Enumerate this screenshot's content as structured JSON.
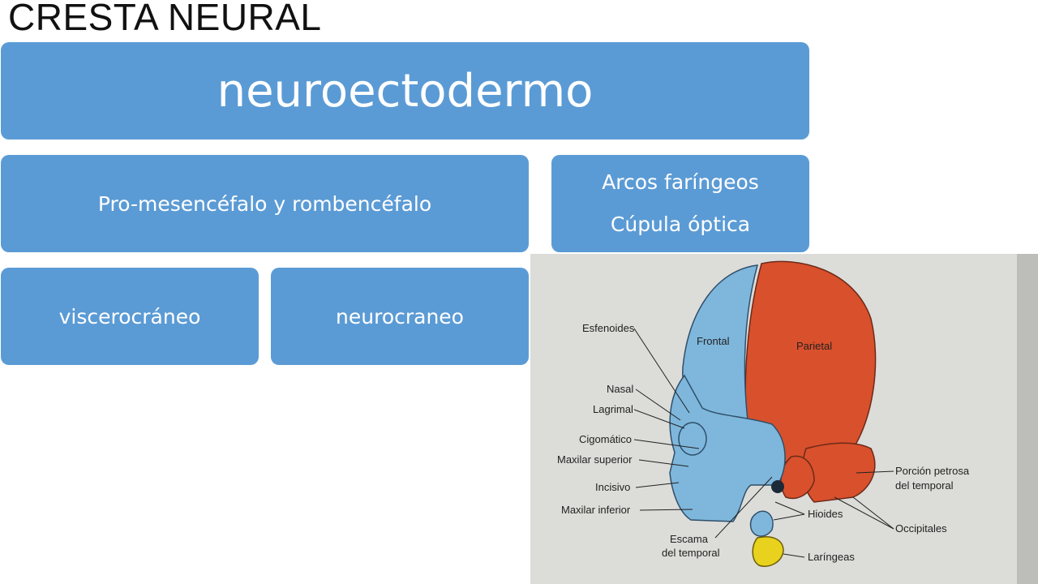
{
  "title": "CRESTA NEURAL",
  "boxes": {
    "top": "neuroectodermo",
    "pro": "Pro-mesencéfalo y rombencéfalo",
    "arcos_line1": "Arcos faríngeos",
    "arcos_line2": "Cúpula óptica",
    "viscero": "viscerocráneo",
    "neuro": "neurocraneo"
  },
  "figure": {
    "labels_left": [
      "Esfenoides",
      "Nasal",
      "Lagrimal",
      "Cigomático",
      "Maxilar superior",
      "Incisivo",
      "Maxilar inferior"
    ],
    "escama_line1": "Escama",
    "escama_line2": "del temporal",
    "frontal": "Frontal",
    "parietal": "Parietal",
    "porcion_line1": "Porción petrosa",
    "porcion_line2": "del temporal",
    "hioides": "Hioides",
    "occipitales": "Occipitales",
    "laringeas": "Laríngeas"
  },
  "colors": {
    "box": "#5b9bd5",
    "neural_crest_bone": "#7fb7dc",
    "mesoderm_bone": "#d9502c",
    "laryngeal": "#e8d21d"
  }
}
